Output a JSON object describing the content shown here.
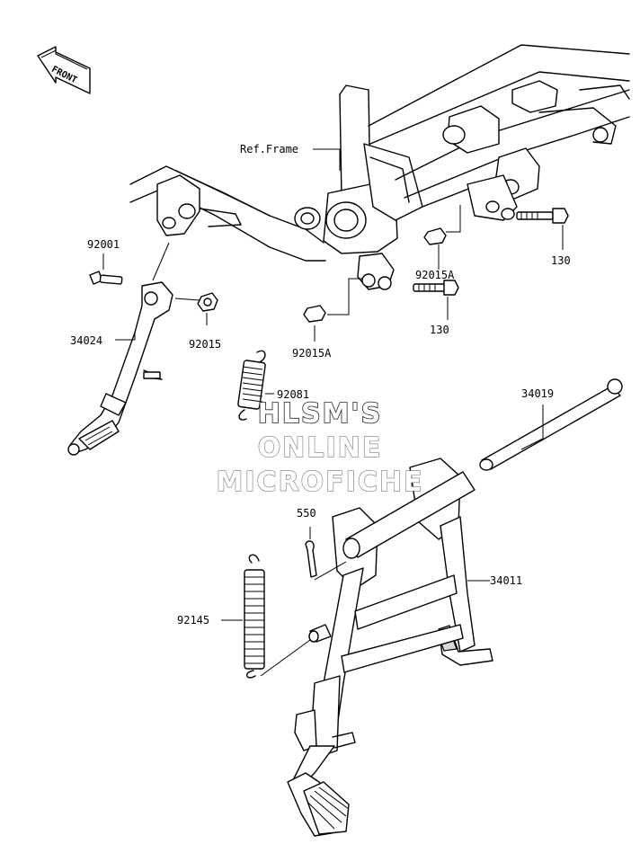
{
  "front_arrow": {
    "label": "FRONT",
    "icon": "front-arrow-icon"
  },
  "labels": {
    "ref_frame": "Ref.Frame",
    "p92001": "92001",
    "p34024": "34024",
    "p92015": "92015",
    "p92015A_top": "92015A",
    "p92015A_bottom": "92015A",
    "p130_right": "130",
    "p130_mid": "130",
    "p92081": "92081",
    "p34019": "34019",
    "p550": "550",
    "p34011": "34011",
    "p92145": "92145"
  },
  "watermark": {
    "line1": "HLSM'S",
    "line2": "ONLINE",
    "line3": "MICROFICHE"
  }
}
